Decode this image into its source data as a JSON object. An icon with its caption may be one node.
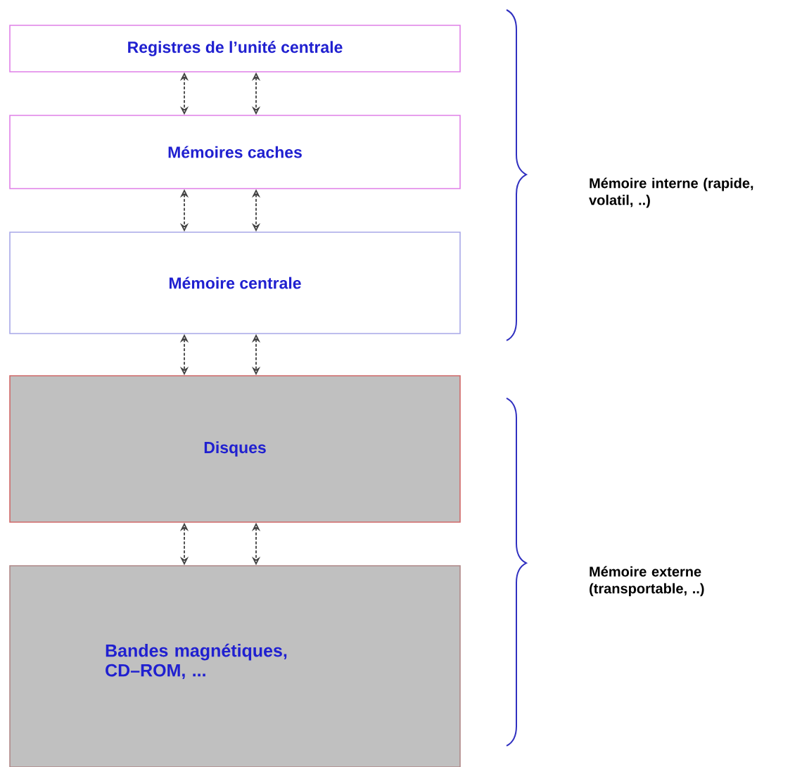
{
  "diagram": {
    "nodes": [
      {
        "text": [
          "Registres de l’unité centrale"
        ]
      },
      {
        "text": [
          "Mémoires caches"
        ]
      },
      {
        "text": [
          "Mémoire centrale"
        ]
      },
      {
        "text": [
          "Disques"
        ]
      },
      {
        "text": [
          "Bandes magnétiques, CD–ROM, ..."
        ]
      }
    ],
    "edges": [
      {
        "from": 0,
        "to": 1,
        "arrow": "both",
        "style": "dashed"
      },
      {
        "from": 0,
        "to": 1,
        "arrow": "both",
        "style": "dashed"
      },
      {
        "from": 1,
        "to": 2,
        "arrow": "both",
        "style": "dashed"
      },
      {
        "from": 1,
        "to": 2,
        "arrow": "both",
        "style": "dashed"
      },
      {
        "from": 2,
        "to": 3,
        "arrow": "both",
        "style": "dashed"
      },
      {
        "from": 2,
        "to": 3,
        "arrow": "both",
        "style": "dashed"
      },
      {
        "from": 3,
        "to": 4,
        "arrow": "both",
        "style": "dashed"
      },
      {
        "from": 3,
        "to": 4,
        "arrow": "both",
        "style": "dashed"
      }
    ],
    "labels": [
      "Mémoire interne (rapide, volatil, ..)",
      "Mémoire externe (transportable, ..)"
    ]
  }
}
